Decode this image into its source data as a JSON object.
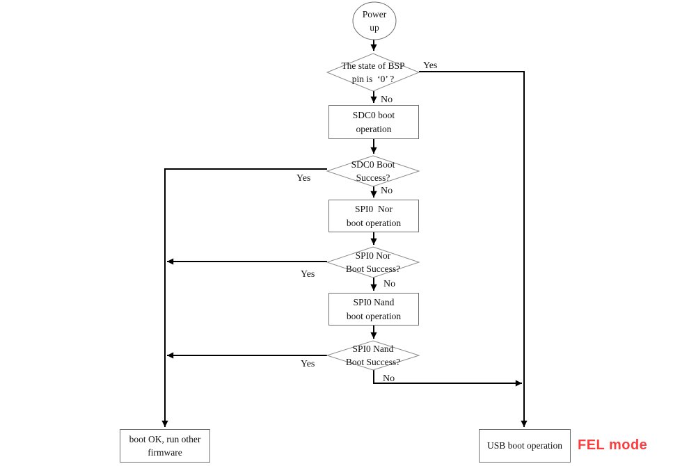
{
  "diagram": {
    "nodes": {
      "power_up": "Power\nup",
      "bsp_decision": "The state of BSP\npin is  ‘0’ ?",
      "sdc0_boot": "SDC0 boot\noperation",
      "sdc0_decision": "SDC0 Boot\nSuccess?",
      "spi0_nor_boot": "SPI0  Nor\nboot operation",
      "spi0_nor_decision": "SPI0 Nor\nBoot Success?",
      "spi0_nand_boot": "SPI0 Nand\nboot operation",
      "spi0_nand_decision": "SPI0 Nand\nBoot Success?",
      "boot_ok": "boot OK, run other\nfirmware",
      "usb_boot": "USB boot operation"
    },
    "edge_labels": {
      "bsp_yes": "Yes",
      "bsp_no": "No",
      "sdc0_yes": "Yes",
      "sdc0_no": "No",
      "spi0_nor_yes": "Yes",
      "spi0_nor_no": "No",
      "spi0_nand_yes": "Yes",
      "spi0_nand_no": "No"
    },
    "annotation": {
      "fel_mode": "FEL mode"
    },
    "colors": {
      "connector": "#000000",
      "process_border": "#6e6e6e",
      "decision_border": "#8a8a8a",
      "annotation_red": "#fa3e3e",
      "text": "#111111",
      "background": "#ffffff"
    }
  }
}
